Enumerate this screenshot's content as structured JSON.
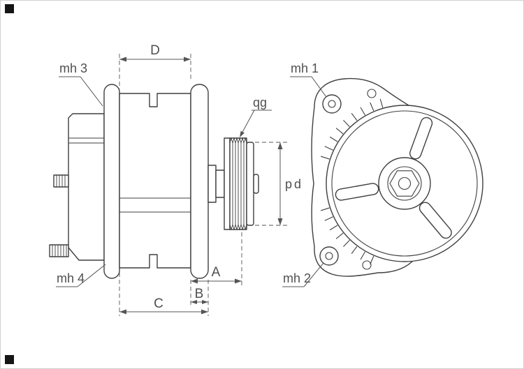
{
  "title": "alternator-technical-drawing",
  "colors": {
    "ink": "#3f3f3f",
    "label": "#4f4f4f",
    "background": "#ffffff",
    "registration_mark": "#151515"
  },
  "labels": {
    "mh1": "mh 1",
    "mh2": "mh 2",
    "mh3": "mh 3",
    "mh4": "mh 4",
    "qg": "qg"
  },
  "dimensions": {
    "d": "D",
    "a": "A",
    "b": "B",
    "c": "C",
    "pd": "pd"
  }
}
